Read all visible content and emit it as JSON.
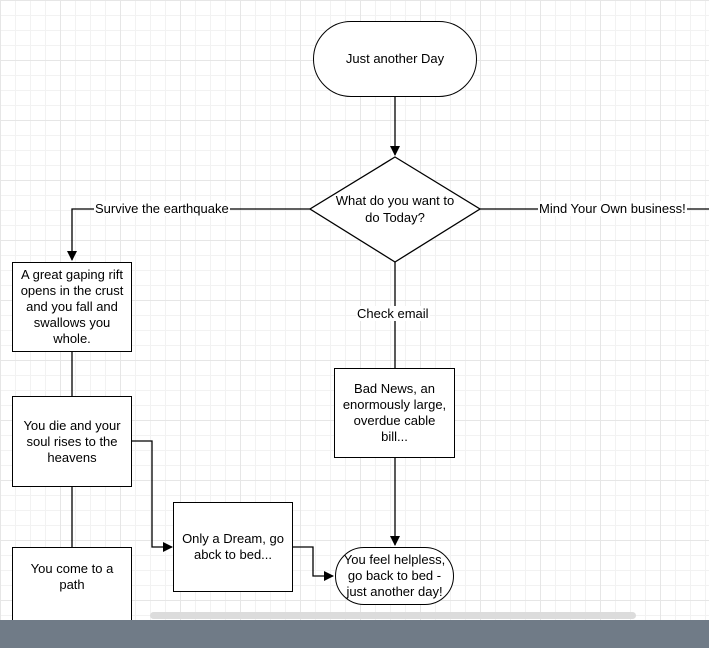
{
  "nodes": {
    "start": "Just another Day",
    "decision": "What do you want to do Today?",
    "rift": "A great gaping rift opens in the crust and you fall and swallows you whole.",
    "die": "You die and your soul rises to the heavens",
    "path": "You come to a path",
    "dream": "Only a Dream, go abck to bed...",
    "bill": "Bad News, an enormously large, overdue cable bill...",
    "helpless": "You feel helpless, go back to bed - just another day!"
  },
  "edges": {
    "left": "Survive the earthquake",
    "right": "Mind Your Own business!",
    "down": "Check email"
  }
}
